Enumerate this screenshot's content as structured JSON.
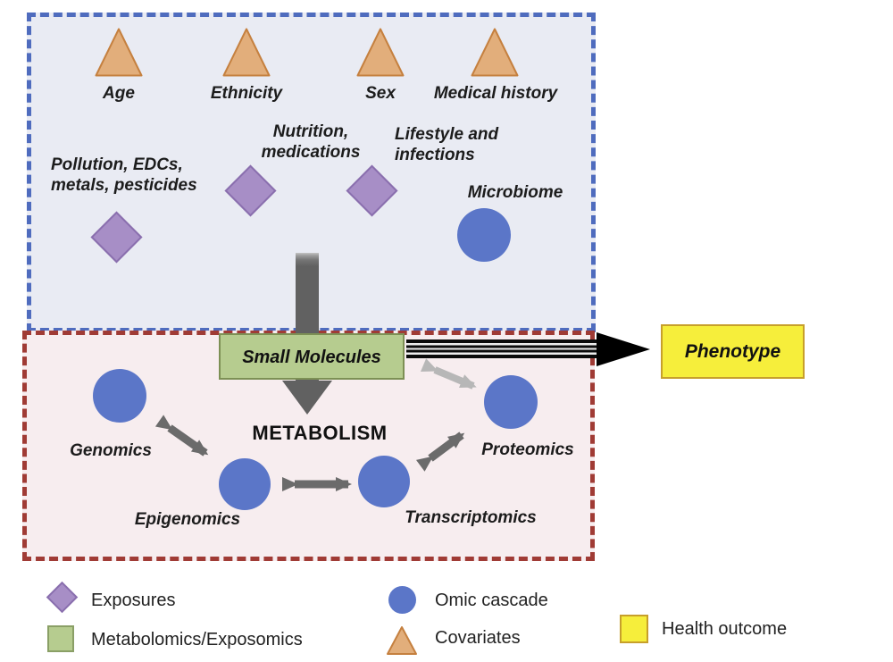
{
  "figure": {
    "type": "exposome-metabolome schematic diagram"
  },
  "colors": {
    "covariate_triangle_fill": "#e2ae7b",
    "covariate_triangle_border": "#c5803f",
    "exposure_diamond_fill": "#a78ec6",
    "exposure_diamond_border": "#8a6fae",
    "omic_circle_fill": "#5b76c8",
    "metabolomics_box_fill": "#b6cc8f",
    "metabolomics_box_border": "#7d9055",
    "health_outcome_fill": "#f6ee3b",
    "health_outcome_border": "#c79f2b",
    "exposome_panel_fill": "#e9ebf3",
    "exposome_panel_border": "#4f6cbe",
    "metabolome_panel_fill": "#f7edef",
    "metabolome_panel_border": "#a03b35",
    "dark_arrow": "#616161",
    "light_arrow": "#b7b7b7",
    "phenotype_arrow": "#000000"
  },
  "exposome_panel": {
    "covariates": [
      "Age",
      "Ethnicity",
      "Sex",
      "Medical history"
    ],
    "exposure_pollution": "Pollution, EDCs,\nmetals, pesticides",
    "exposure_nutrition": "Nutrition,\nmedications",
    "exposure_lifestyle": "Lifestyle and\ninfections",
    "microbiome_label": "Microbiome"
  },
  "metabolome_panel": {
    "small_molecules_label": "Small Molecules",
    "metabolism_label": "METABOLISM",
    "omics": [
      "Genomics",
      "Epigenomics",
      "Transcriptomics",
      "Proteomics"
    ]
  },
  "phenotype": {
    "label": "Phenotype"
  },
  "legend": {
    "items": [
      {
        "icon": "diamond-purple",
        "label": "Exposures"
      },
      {
        "icon": "square-green",
        "label": "Metabolomics/Exposomics"
      },
      {
        "icon": "circle-blue",
        "label": "Omic cascade"
      },
      {
        "icon": "triangle-orange",
        "label": "Covariates"
      },
      {
        "icon": "square-yellow",
        "label": "Health outcome"
      }
    ]
  }
}
